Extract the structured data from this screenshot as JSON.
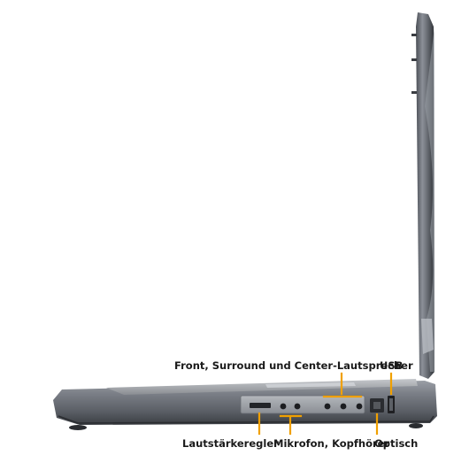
{
  "diagram": {
    "subject": "laptop-side-view",
    "accent_color": "#f0a000",
    "labels": {
      "speakers": "Front, Surround und Center-Lautsprecher",
      "usb": "USB",
      "volume": "Lautstärkeregler",
      "mic_headphones": "Mikrofon, Kopfhörer",
      "optical": "Optisch"
    }
  }
}
